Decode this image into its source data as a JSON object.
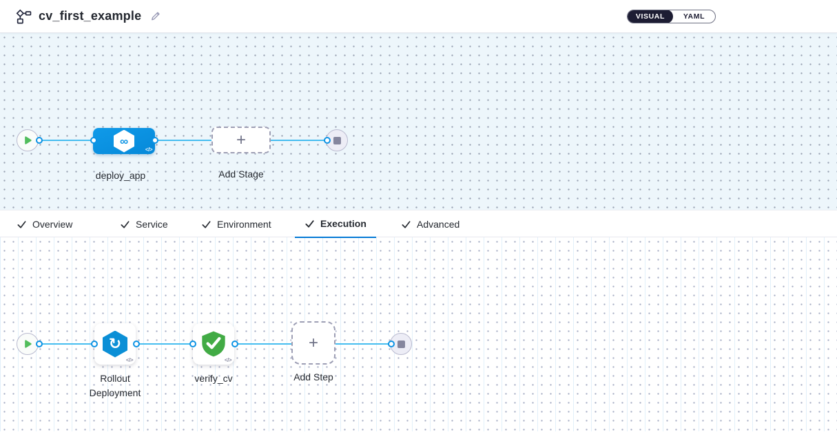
{
  "header": {
    "title": "cv_first_example",
    "view_toggle": {
      "visual": "VISUAL",
      "yaml": "YAML",
      "selected": "VISUAL"
    }
  },
  "tabs": {
    "active": "Execution",
    "items": [
      {
        "label": "Overview",
        "completed": true
      },
      {
        "label": "Service",
        "completed": true
      },
      {
        "label": "Environment",
        "completed": true
      },
      {
        "label": "Execution",
        "completed": true
      },
      {
        "label": "Advanced",
        "completed": true
      }
    ]
  },
  "stage_pipeline": {
    "stage_name": "deploy_app",
    "add_stage_label": "Add Stage"
  },
  "execution_pipeline": {
    "steps": [
      {
        "name": "Rollout Deployment"
      },
      {
        "name": "verify_cv"
      }
    ],
    "add_step_label": "Add Step"
  },
  "icons": {
    "plus": "+",
    "code_badge": "</>",
    "infinity": "∞",
    "rollout_arrow": "↻"
  },
  "colors": {
    "accent_blue": "#0278d5",
    "node_blue": "#0a93e4",
    "link_blue": "#45bdf0",
    "port_blue": "#0b92e4",
    "success_green": "#42ab45",
    "toggle_dark": "#1d1d33"
  }
}
